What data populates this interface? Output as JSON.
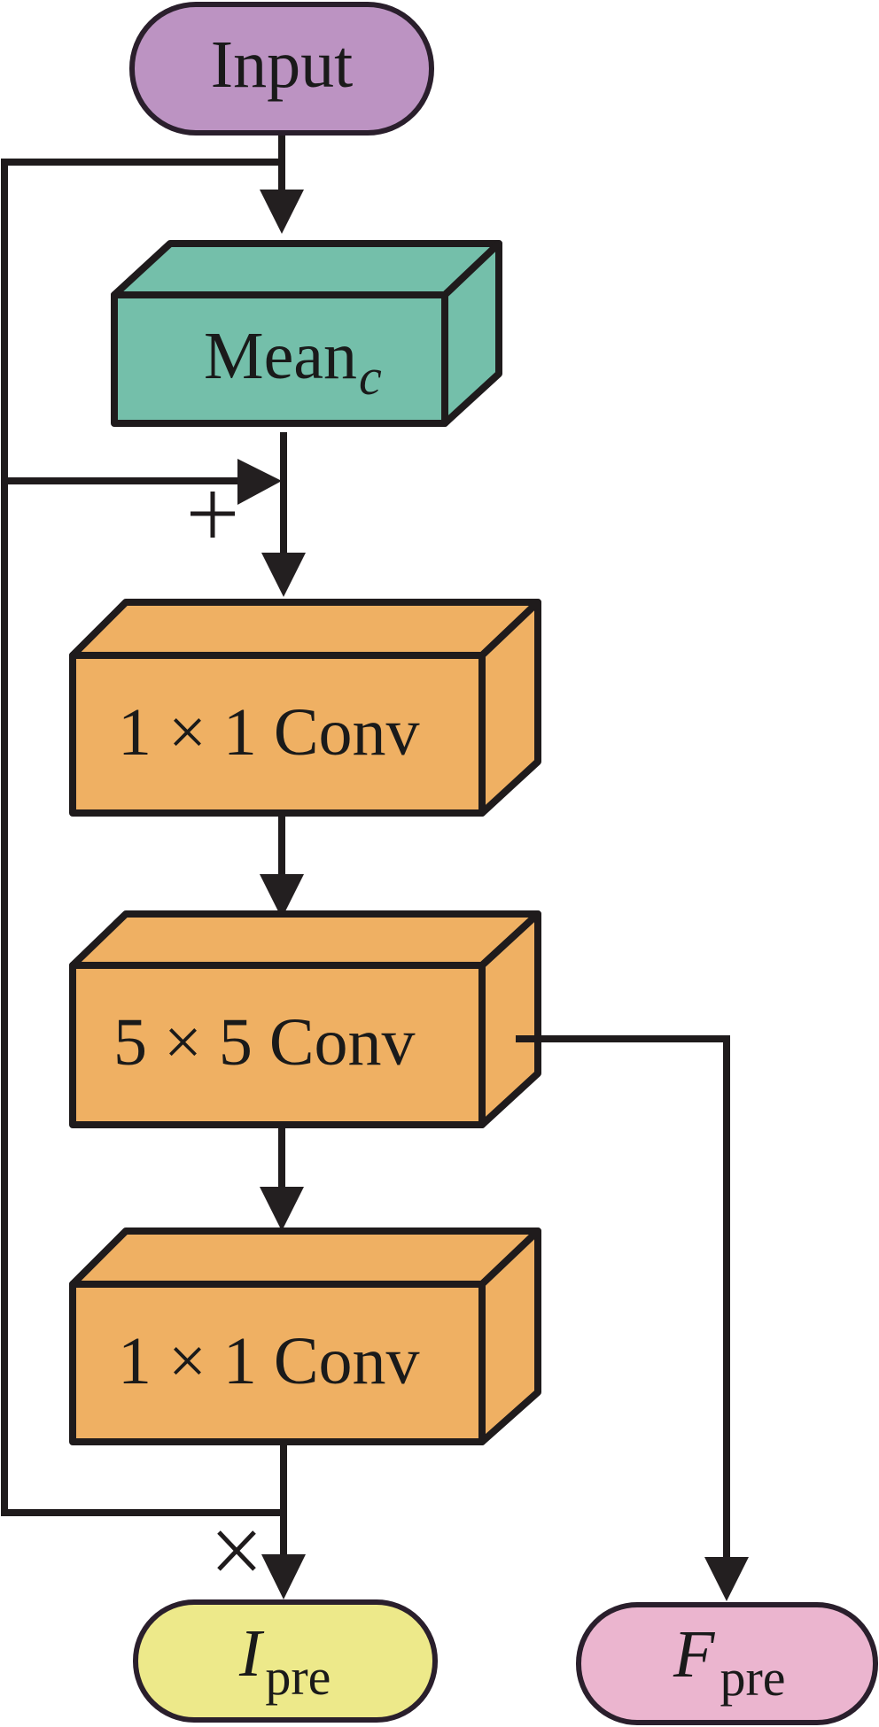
{
  "nodes": {
    "input": {
      "label": "Input",
      "color": "#bc93c2"
    },
    "mean": {
      "label": "Mean",
      "subscript": "c",
      "color": "#74bfaa"
    },
    "conv1": {
      "label": "1 × 1 Conv",
      "color": "#efb063"
    },
    "conv2": {
      "label": "5 × 5 Conv",
      "color": "#efb063"
    },
    "conv3": {
      "label": "1 × 1 Conv",
      "color": "#efb063"
    },
    "i_pre": {
      "label": "I",
      "subscript": "pre",
      "color": "#ede98a"
    },
    "f_pre": {
      "label": "F",
      "subscript": "pre",
      "color": "#ebb5cf"
    }
  },
  "operators": {
    "add": {
      "symbol": "+",
      "name": "add"
    },
    "multiply": {
      "symbol": "×",
      "name": "multiply"
    }
  },
  "edges": [
    {
      "from": "input",
      "to": "mean"
    },
    {
      "from": "input",
      "to": "add",
      "type": "skip"
    },
    {
      "from": "mean",
      "to": "add"
    },
    {
      "from": "add",
      "to": "conv1"
    },
    {
      "from": "conv1",
      "to": "conv2"
    },
    {
      "from": "conv2",
      "to": "conv3"
    },
    {
      "from": "conv2",
      "to": "f_pre"
    },
    {
      "from": "input",
      "to": "multiply",
      "type": "skip"
    },
    {
      "from": "conv3",
      "to": "multiply"
    },
    {
      "from": "multiply",
      "to": "i_pre"
    }
  ]
}
